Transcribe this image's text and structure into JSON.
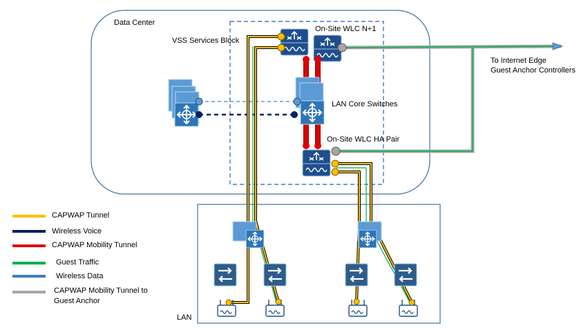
{
  "labels": {
    "data_center": "Data Center",
    "vss_services_block": "VSS Services Block",
    "onsite_wlc_n1": "On-Site WLC N+1",
    "internet_edge_line1": "To Internet Edge",
    "internet_edge_line2": "Guest Anchor Controllers",
    "lan_core_switches": "LAN Core Switches",
    "onsite_wlc_ha_pair": "On-Site WLC HA Pair",
    "lan": "LAN"
  },
  "legend": [
    {
      "label": "CAPWAP Tunnel",
      "color": "#FFC000"
    },
    {
      "label": "Wireless Voice",
      "color": "#002060"
    },
    {
      "label": "CAPWAP Mobility Tunnel",
      "color": "#E00000"
    },
    {
      "label": "Guest Traffic",
      "color": "#00B050"
    },
    {
      "label": "Wireless Data",
      "color": "#3E7DC0"
    },
    {
      "label": "CAPWAP Mobility Tunnel to",
      "label_line2": "Guest Anchor",
      "color": "#A6A6A6"
    }
  ],
  "colors": {
    "device_blue": "#1F4E8C",
    "device_light": "#5B9BD5",
    "border_blue": "#41719C"
  },
  "icons": {
    "wlc": "wireless-lan-controller-icon",
    "core_switch": "layer3-switch-icon",
    "access_switch": "layer2-switch-icon",
    "access_point": "access-point-icon",
    "server_stack": "server-stack-icon"
  }
}
